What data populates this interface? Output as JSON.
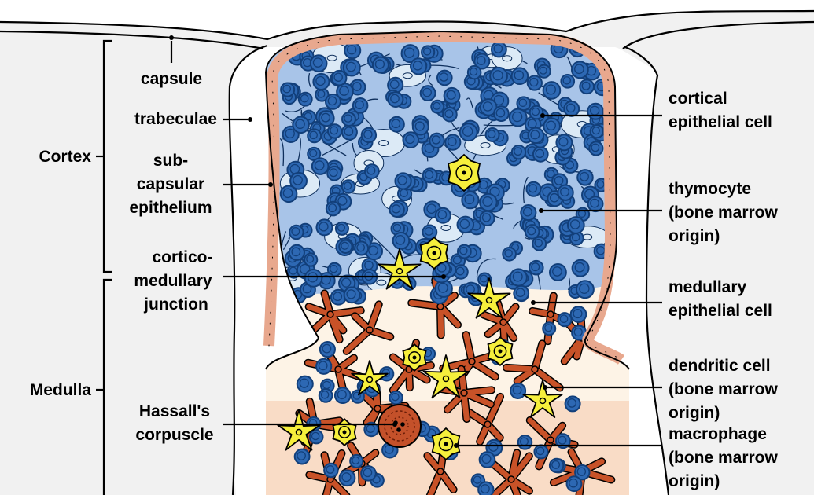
{
  "labels": {
    "capsule": "capsule",
    "trabeculae": "trabeculae",
    "subcapsular": [
      "sub-",
      "capsular",
      "epithelium"
    ],
    "corticomedullary": [
      "cortico-",
      "medullary",
      "junction"
    ],
    "hassalls": [
      "Hassall's",
      "corpuscle"
    ],
    "cortex": "Cortex",
    "medulla": "Medulla",
    "cortical_epithelial": [
      "cortical",
      "epithelial cell"
    ],
    "thymocyte": [
      "thymocyte",
      "(bone marrow",
      "origin)"
    ],
    "medullary_epithelial": [
      "medullary",
      "epithelial cell"
    ],
    "dendritic": [
      "dendritic cell",
      "(bone marrow",
      "origin)"
    ],
    "macrophage": [
      "macrophage",
      "(bone marrow",
      "origin)"
    ]
  },
  "colors": {
    "capsule_fill": "#f1f1f1",
    "subcapsular_epithelium": "#e8a88e",
    "cortex_bg": "#a8c4e8",
    "cortex_pale": "#dceaf6",
    "medulla_bg": "#fdf3e6",
    "medulla_lower": "#f9dcc6",
    "thymocyte": "#2d68b3",
    "thymocyte_dark": "#123f7a",
    "medullary_epithelial_cell": "#c85228",
    "dendritic_macrophage": "#f6ef3c",
    "hassalls_corpuscle": "#c4512a"
  }
}
